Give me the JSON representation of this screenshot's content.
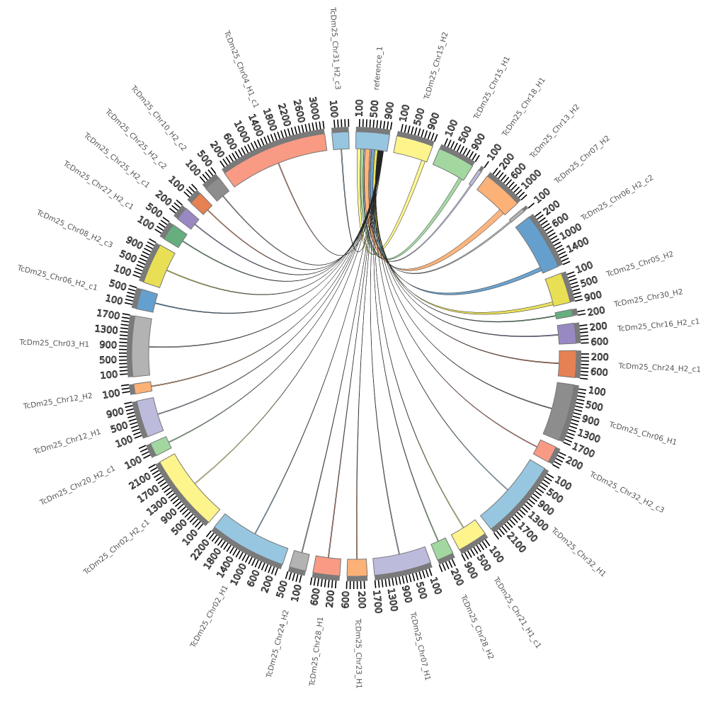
{
  "diagram": {
    "type": "circos-chord",
    "tick_interval": 100,
    "reference": "reference_1",
    "segments": [
      {
        "name": "reference_1",
        "color": "#97c6e0",
        "length": 1000
      },
      {
        "name": "TcDm25_Chr15_H2",
        "color": "#fdf48b",
        "length": 1100
      },
      {
        "name": "TcDm25_Chr15_H1",
        "color": "#a2d8a0",
        "length": 1100
      },
      {
        "name": "TcDm25_Chr18_H1",
        "color": "#bdbbdc",
        "length": 100
      },
      {
        "name": "TcDm25_Chr13_H2",
        "color": "#fcb177",
        "length": 1200
      },
      {
        "name": "TcDm25_Chr07_H2",
        "color": "#b3b3b3",
        "length": 100
      },
      {
        "name": "TcDm25_Chr06_H2_c2",
        "color": "#659fcd",
        "length": 1700
      },
      {
        "name": "TcDm25_Chr05_H2",
        "color": "#e9df54",
        "length": 900
      },
      {
        "name": "TcDm25_Chr30_H2",
        "color": "#66ae7e",
        "length": 200
      },
      {
        "name": "TcDm25_Chr16_H2_c1",
        "color": "#9a88c2",
        "length": 600
      },
      {
        "name": "TcDm25_Chr24_H2_c1",
        "color": "#e58152",
        "length": 800
      },
      {
        "name": "TcDm25_Chr06_H1",
        "color": "#8d8d8d",
        "length": 1700
      },
      {
        "name": "TcDm25_Chr32_H2_c3",
        "color": "#f89a84",
        "length": 500
      },
      {
        "name": "TcDm25_Chr32_H1",
        "color": "#97c6e0",
        "length": 2400
      },
      {
        "name": "TcDm25_Chr21_H1_c1",
        "color": "#fdf48b",
        "length": 900
      },
      {
        "name": "TcDm25_Chr28_H2",
        "color": "#a2d8a0",
        "length": 500
      },
      {
        "name": "TcDm25_Chr07_H1",
        "color": "#bdbbdc",
        "length": 1700
      },
      {
        "name": "TcDm25_Chr23_H1",
        "color": "#fcb177",
        "length": 600
      },
      {
        "name": "TcDm25_Chr28_H1",
        "color": "#f89a84",
        "length": 800
      },
      {
        "name": "TcDm25_Chr24_H2",
        "color": "#b3b3b3",
        "length": 500
      },
      {
        "name": "TcDm25_Chr02_H1",
        "color": "#97c6e0",
        "length": 2300
      },
      {
        "name": "TcDm25_Chr02_H2_c1",
        "color": "#fdf48b",
        "length": 2300
      },
      {
        "name": "TcDm25_Chr20_H2_c1",
        "color": "#a2d8a0",
        "length": 400
      },
      {
        "name": "TcDm25_Chr12_H1",
        "color": "#bdbbdc",
        "length": 1100
      },
      {
        "name": "TcDm25_Chr12_H2",
        "color": "#fcb177",
        "length": 300
      },
      {
        "name": "TcDm25_Chr03_H1",
        "color": "#b3b3b3",
        "length": 1800
      },
      {
        "name": "TcDm25_Chr06_H2_c1",
        "color": "#659fcd",
        "length": 600
      },
      {
        "name": "TcDm25_Chr08_H2_c3",
        "color": "#e9df54",
        "length": 1200
      },
      {
        "name": "TcDm25_Chr27_H2_c1",
        "color": "#66ae7e",
        "length": 500
      },
      {
        "name": "TcDm25_Chr25_H2_c1",
        "color": "#9a88c2",
        "length": 400
      },
      {
        "name": "TcDm25_Chr25_H2_c2",
        "color": "#e58152",
        "length": 400
      },
      {
        "name": "TcDm25_Chr10_H2_c2",
        "color": "#8d8d8d",
        "length": 500
      },
      {
        "name": "TcDm25_Chr04_H1_c1",
        "color": "#f89a84",
        "length": 3200
      },
      {
        "name": "TcDm25_Chr31_H2_c3",
        "color": "#97c6e0",
        "length": 500
      }
    ],
    "wide_links": [
      {
        "target": "TcDm25_Chr15_H2",
        "width": 60
      },
      {
        "target": "TcDm25_Chr15_H1",
        "width": 55
      },
      {
        "target": "TcDm25_Chr18_H1",
        "width": 20
      },
      {
        "target": "TcDm25_Chr13_H2",
        "width": 90
      },
      {
        "target": "TcDm25_Chr07_H2",
        "width": 25
      },
      {
        "target": "TcDm25_Chr06_H2_c2",
        "width": 60
      },
      {
        "target": "TcDm25_Chr05_H2",
        "width": 50
      }
    ]
  }
}
